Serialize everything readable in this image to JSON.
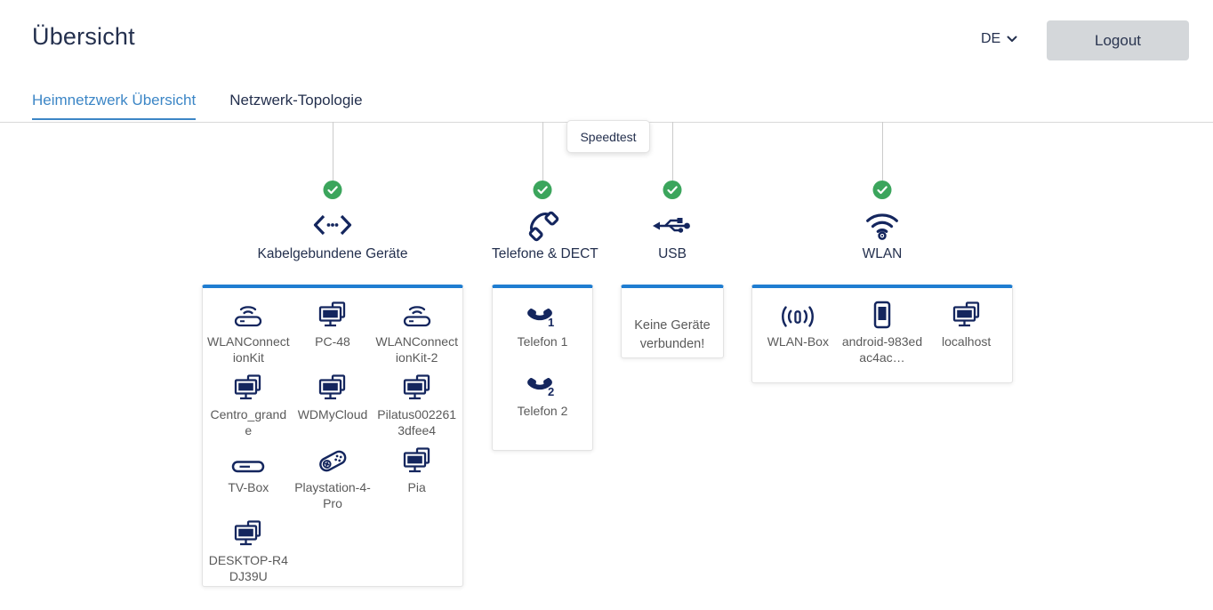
{
  "header": {
    "title": "Übersicht",
    "language": "DE",
    "logout_label": "Logout"
  },
  "tabs": [
    {
      "label": "Heimnetzwerk Übersicht",
      "active": true
    },
    {
      "label": "Netzwerk-Topologie",
      "active": false
    }
  ],
  "speedtest_label": "Speedtest",
  "colors": {
    "accent_blue": "#1f7dd1",
    "tab_blue": "#3c86c6",
    "navy_text": "#24304e",
    "icon_navy": "#14265e",
    "status_green": "#3ba55c",
    "device_text_gray": "#5a5a5a",
    "logout_bg": "#d4d7da"
  },
  "categories": [
    {
      "label": "Kabelgebundene Geräte",
      "icon": "ethernet-icon",
      "status": "connected",
      "devices": [
        {
          "name": "WLANConnectionKit",
          "icon": "repeater-icon"
        },
        {
          "name": "PC-48",
          "icon": "computer-icon"
        },
        {
          "name": "WLANConnectionKit-2",
          "icon": "repeater-icon"
        },
        {
          "name": "Centro_grande",
          "icon": "computer-icon"
        },
        {
          "name": "WDMyCloud",
          "icon": "computer-icon"
        },
        {
          "name": "Pilatus0022613dfee4",
          "icon": "computer-icon"
        },
        {
          "name": "TV-Box",
          "icon": "settopbox-icon"
        },
        {
          "name": "Playstation-4-Pro",
          "icon": "gamepad-icon"
        },
        {
          "name": "Pia",
          "icon": "computer-icon"
        },
        {
          "name": "DESKTOP-R4DJ39U",
          "icon": "computer-icon"
        }
      ]
    },
    {
      "label": "Telefone & DECT",
      "icon": "phone-icon",
      "status": "connected",
      "devices": [
        {
          "name": "Telefon 1",
          "icon": "phone-1-icon"
        },
        {
          "name": "Telefon 2",
          "icon": "phone-2-icon"
        }
      ]
    },
    {
      "label": "USB",
      "icon": "usb-icon",
      "status": "connected",
      "empty_text": "Keine Geräte verbunden!",
      "devices": []
    },
    {
      "label": "WLAN",
      "icon": "wifi-icon",
      "status": "connected",
      "devices": [
        {
          "name": "WLAN-Box",
          "icon": "antenna-icon"
        },
        {
          "name": "android-983edac4ac…",
          "icon": "smartphone-icon"
        },
        {
          "name": "localhost",
          "icon": "computer-icon"
        }
      ]
    }
  ]
}
